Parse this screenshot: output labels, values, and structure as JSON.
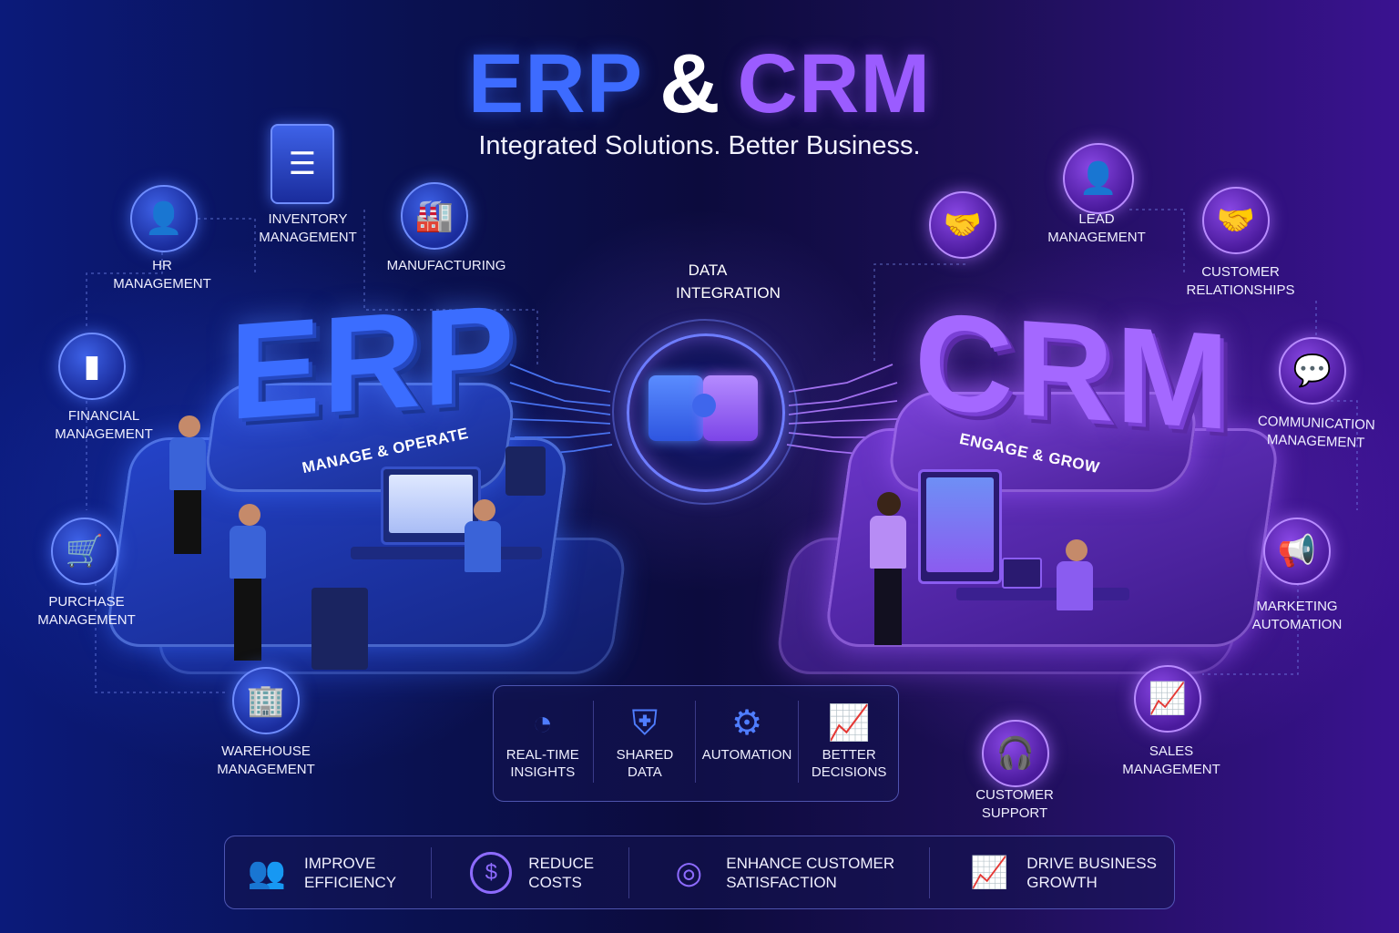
{
  "header": {
    "title_erp": "ERP",
    "title_amp": "&",
    "title_crm": "CRM",
    "subtitle": "Integrated Solutions. Better Business."
  },
  "erp": {
    "label": "ERP",
    "tagline": "MANAGE & OPERATE",
    "color": "#3d6bff",
    "modules": [
      {
        "label": "HR\nMANAGEMENT",
        "icon": "user-icon"
      },
      {
        "label": "INVENTORY\nMANAGEMENT",
        "icon": "clipboard-icon"
      },
      {
        "label": "MANUFACTURING",
        "icon": "factory-icon"
      },
      {
        "label": "FINANCIAL\nMANAGEMENT",
        "icon": "bar-chart-icon"
      },
      {
        "label": "PURCHASE\nMANAGEMENT",
        "icon": "cart-icon"
      },
      {
        "label": "WAREHOUSE\nMANAGEMENT",
        "icon": "warehouse-icon"
      }
    ]
  },
  "crm": {
    "label": "CRM",
    "tagline": "ENGAGE & GROW",
    "color": "#9b5cff",
    "modules": [
      {
        "label": "LEAD\nMANAGEMENT",
        "icon": "user-icon"
      },
      {
        "label": "CUSTOMER\nRELATIONSHIPS",
        "icon": "handshake-icon"
      },
      {
        "label": "COMMUNICATION\nMANAGEMENT",
        "icon": "chat-icon"
      },
      {
        "label": "MARKETING\nAUTOMATION",
        "icon": "megaphone-icon"
      },
      {
        "label": "SALES\nMANAGEMENT",
        "icon": "growth-chart-icon"
      },
      {
        "label": "CUSTOMER\nSUPPORT",
        "icon": "headset-icon"
      }
    ]
  },
  "integration": {
    "label": "DATA\nINTEGRATION"
  },
  "features": [
    {
      "label": "REAL-TIME\nINSIGHTS",
      "icon": "pie-chart-icon"
    },
    {
      "label": "SHARED\nDATA",
      "icon": "database-icon"
    },
    {
      "label": "AUTOMATION",
      "icon": "gear-icon"
    },
    {
      "label": "BETTER\nDECISIONS",
      "icon": "growth-chart-icon"
    }
  ],
  "benefits": [
    {
      "label": "IMPROVE\nEFFICIENCY",
      "icon": "team-icon"
    },
    {
      "label": "REDUCE\nCOSTS",
      "icon": "dollar-icon"
    },
    {
      "label": "ENHANCE CUSTOMER\nSATISFACTION",
      "icon": "target-icon"
    },
    {
      "label": "DRIVE BUSINESS\nGROWTH",
      "icon": "growth-chart-icon"
    }
  ]
}
